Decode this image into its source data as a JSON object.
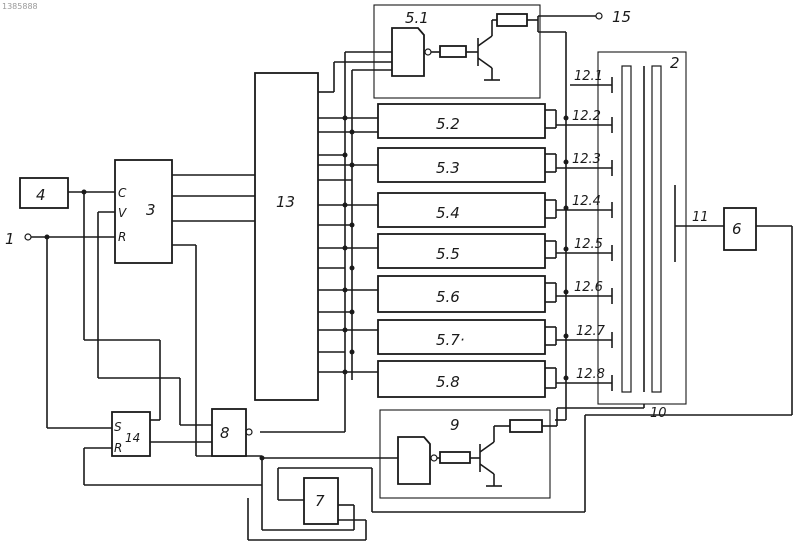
{
  "watermark": "1385888",
  "blocks": {
    "b2": "2",
    "b3": "3",
    "b4": "4",
    "b6": "6",
    "b7": "7",
    "b8": "8",
    "b13": "13",
    "b14": "14",
    "b9": "9",
    "b51": "5.1",
    "b52": "5.2",
    "b53": "5.3",
    "b54": "5.4",
    "b55": "5.5",
    "b56": "5.6",
    "b57": "5.7·",
    "b58": "5.8"
  },
  "pins3": {
    "c": "C",
    "v": "V",
    "r": "R"
  },
  "pins14": {
    "s": "S",
    "r": "R"
  },
  "terminals": {
    "t1": "1",
    "t15": "15"
  },
  "refs": {
    "r121": "12.1",
    "r122": "12.2",
    "r123": "12.3",
    "r124": "12.4",
    "r125": "12.5",
    "r126": "12.6",
    "r127": "12.7",
    "r128": "12.8",
    "r10": "10",
    "r11": "11"
  }
}
